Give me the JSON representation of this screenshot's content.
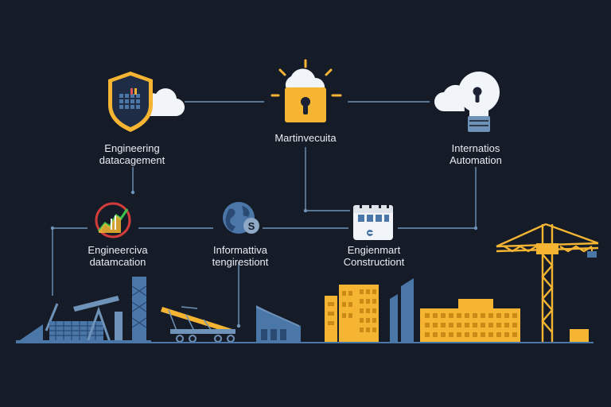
{
  "nodes": {
    "engineering_data": {
      "line1": "Engineering",
      "line2": "datacagement",
      "icon": "shield-database-cloud-icon"
    },
    "security": {
      "line1": "Martinvecuita",
      "icon": "cloud-padlock-icon"
    },
    "automation": {
      "line1": "Internatios",
      "line2": "Automation",
      "icon": "cloud-lightbulb-icon"
    },
    "datamcation": {
      "line1": "Engineerciva",
      "line2": "datamcation",
      "icon": "trend-chart-icon"
    },
    "informatics": {
      "line1": "Informattiva",
      "line2": "tengirestiont",
      "icon": "globe-icon"
    },
    "construction": {
      "line1": "Engienmart",
      "line2": "Constructiont",
      "icon": "calendar-dashboard-icon"
    }
  },
  "colors": {
    "background": "#151b27",
    "line": "#6f93b8",
    "accent_yellow": "#f5b533",
    "accent_blue": "#4a76a8",
    "text": "#e9edf3"
  }
}
